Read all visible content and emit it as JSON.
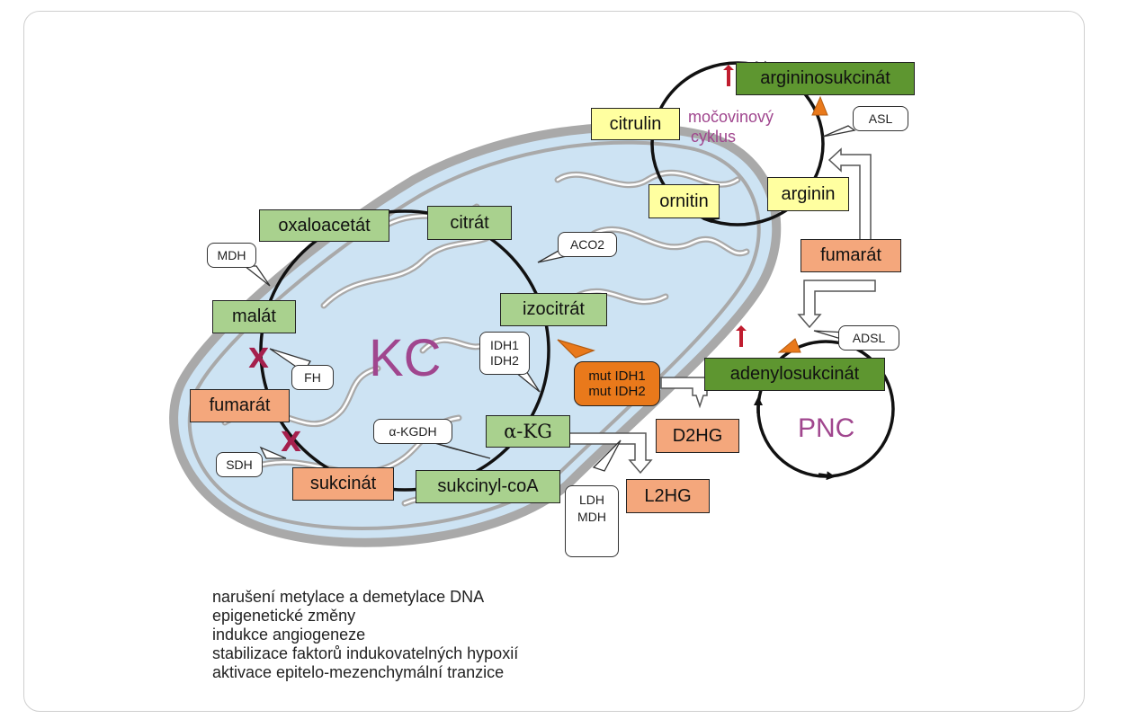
{
  "colors": {
    "metabolite": "#a9d18e",
    "metabolite_dark": "#5e9630",
    "urea_metabolite": "#ffffa0",
    "accumulated": "#f4a77c",
    "mutant_enzyme": "#e9791b",
    "label_accent": "#a0468e",
    "inhibition": "#a5204d",
    "mitochondrion_fill": "#cde3f3"
  },
  "cycles": {
    "krebs_label": "KC",
    "urea_label_line1": "močovinový",
    "urea_label_line2": "cyklus",
    "pnc_label": "PNC"
  },
  "metabolites": {
    "oxaloacetat": "oxaloacetát",
    "citrat": "citrát",
    "izocitrat": "izocitrát",
    "alpha_kg": "α-KG",
    "sukcinyl_coa": "sukcinyl-coA",
    "sukcinat": "sukcinát",
    "fumarat_krebs": "fumarát",
    "malat": "malát",
    "citrulin": "citrulin",
    "argininosukcinat": "argininosukcinát",
    "arginin": "arginin",
    "ornitin": "ornitin",
    "fumarat_urea": "fumarát",
    "adenylosukcinat": "adenylosukcinát",
    "d2hg": "D2HG",
    "l2hg": "L2HG"
  },
  "enzymes": {
    "mdh": "MDH",
    "aco2": "ACO2",
    "idh1": "IDH1",
    "idh2": "IDH2",
    "fh": "FH",
    "sdh": "SDH",
    "akgdh": "α-KGDH",
    "ldh": "LDH",
    "mdh2": "MDH",
    "asl": "ASL",
    "adsl": "ADSL",
    "mut_idh1": "mut IDH1",
    "mut_idh2": "mut IDH2"
  },
  "markers": {
    "inhibition_symbol": "X"
  },
  "effects": [
    "narušení metylace a demetylace DNA",
    "epigenetické změny",
    "indukce angiogeneze",
    "stabilizace faktorů indukovatelných hypoxií",
    "aktivace epitelo-mezenchymální tranzice"
  ]
}
